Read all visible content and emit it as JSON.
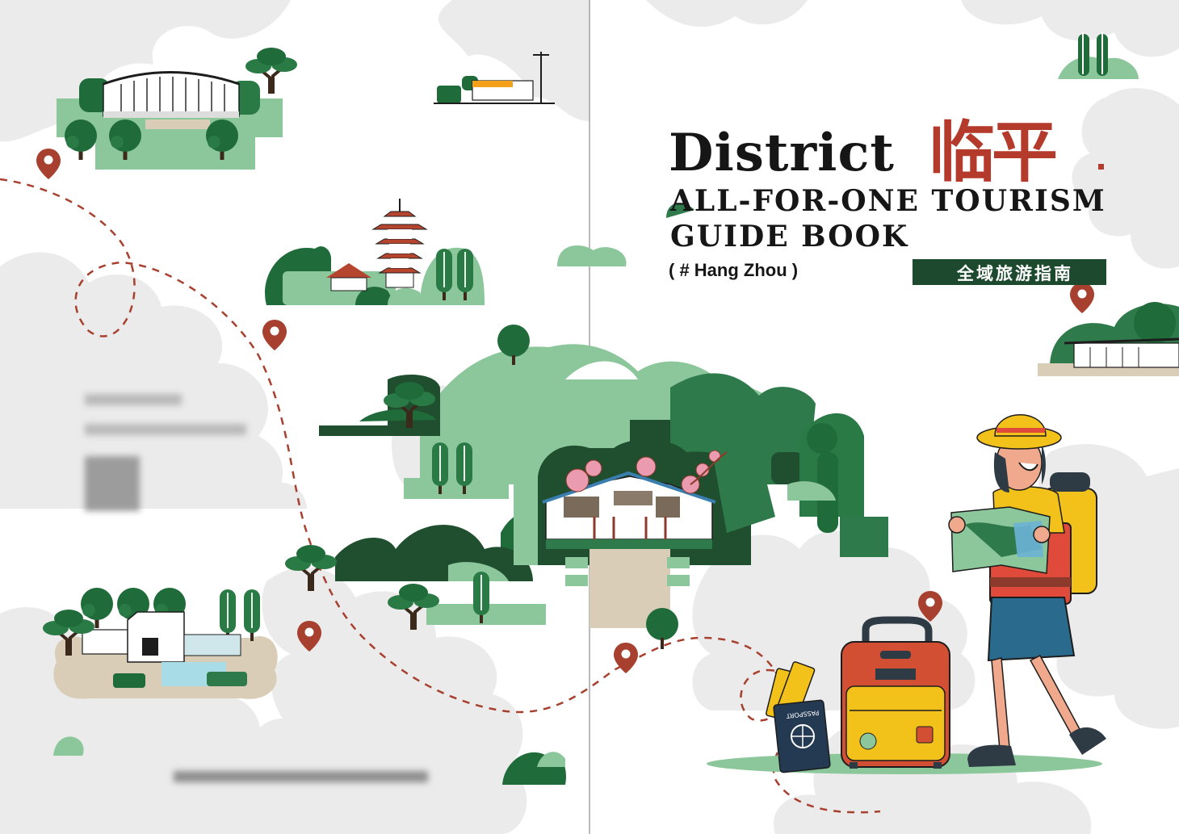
{
  "cover": {
    "title_en": "District",
    "title_cn": "临平",
    "subtitle_line1": "ALL-FOR-ONE TOURISM",
    "subtitle_line2": "GUIDE BOOK",
    "city": "( # Hang Zhou )",
    "badge": "全域旅游指南"
  },
  "illustration": {
    "passport_label": "PASSPORT"
  },
  "colors": {
    "dark_green": "#1d4a2e",
    "mid_green": "#2f7a4a",
    "light_green": "#7fbf8f",
    "red_accent": "#b43a2c",
    "cloud_gray": "#eaeaea",
    "route_red": "#a8402f",
    "backpack_yellow": "#f2c21b"
  },
  "icons": [
    "map-pin-icon",
    "tree-icon",
    "pagoda-icon",
    "stadium-icon",
    "suitcase-icon",
    "passport-icon",
    "traveler-icon"
  ]
}
